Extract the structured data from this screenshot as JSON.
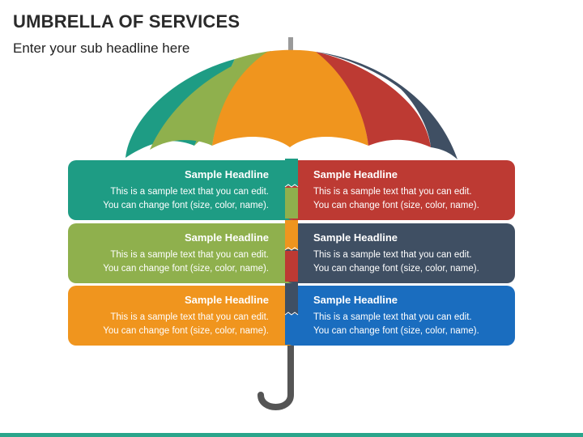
{
  "title": "UMBRELLA OF SERVICES",
  "subtitle": "Enter your sub headline here",
  "colors": {
    "teal": "#1e9c84",
    "green": "#8fb04d",
    "orange": "#f0951e",
    "red": "#bd3a33",
    "navy": "#3f4f63",
    "blue": "#1a6dbf",
    "accent_bar": "#2aa58b"
  },
  "cards": [
    {
      "headline": "Sample Headline",
      "line1": "This is a sample text that you can edit.",
      "line2": "You can change font (size, color, name).",
      "color": "teal"
    },
    {
      "headline": "Sample Headline",
      "line1": "This is a sample text that you can edit.",
      "line2": "You can change font (size, color, name).",
      "color": "red"
    },
    {
      "headline": "Sample Headline",
      "line1": "This is a sample text that you can edit.",
      "line2": "You can change font (size, color, name).",
      "color": "green"
    },
    {
      "headline": "Sample Headline",
      "line1": "This is a sample text that you can edit.",
      "line2": "You can change font (size, color, name).",
      "color": "navy"
    },
    {
      "headline": "Sample Headline",
      "line1": "This is a sample text that you can edit.",
      "line2": "You can change font (size, color, name).",
      "color": "orange"
    },
    {
      "headline": "Sample Headline",
      "line1": "This is a sample text that you can edit.",
      "line2": "You can change font (size, color, name).",
      "color": "blue"
    }
  ]
}
